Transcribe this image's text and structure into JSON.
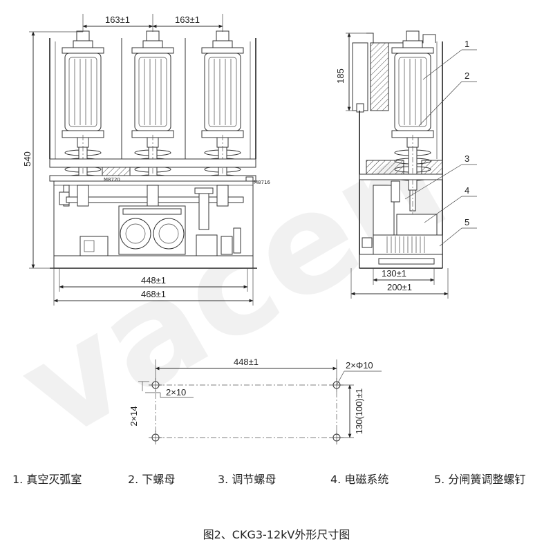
{
  "dimensions": {
    "pitch_left": "163±1",
    "pitch_right": "163±1",
    "height": "540",
    "width_inner": "448±1",
    "width_outer": "468±1",
    "side_height": "185",
    "side_depth_inner": "130±1",
    "side_depth_outer": "200±1",
    "mount_width": "448±1",
    "mount_hole": "2×Φ10",
    "mount_slot_w": "2×10",
    "mount_slot_h": "2×14",
    "mount_depth": "130(100)±1"
  },
  "part_labels": {
    "motor_left": "M8720",
    "motor_right": "M8716"
  },
  "callouts": [
    "1",
    "2",
    "3",
    "4",
    "5"
  ],
  "legend": [
    "1. 真空灭弧室",
    "2. 下螺母",
    "3. 调节螺母",
    "4. 电磁系统",
    "5. 分闸簧调整螺钉"
  ],
  "caption": "图2、CKG3-12kV外形尺寸图",
  "watermark": "vacen"
}
